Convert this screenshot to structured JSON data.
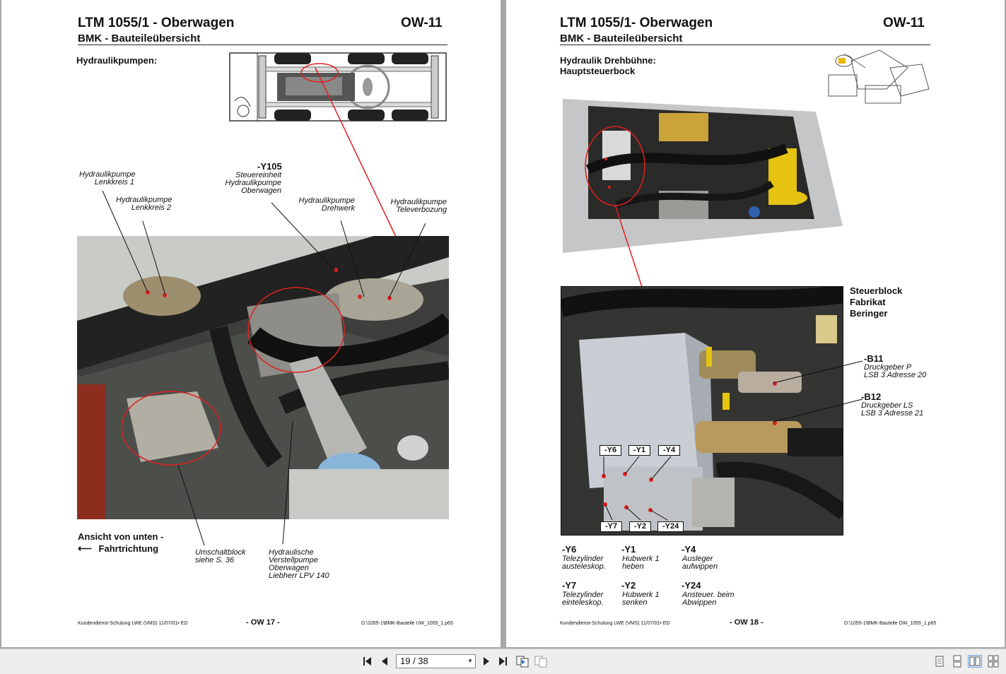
{
  "left_page": {
    "title": "LTM 1055/1 - Oberwagen",
    "code": "OW-11",
    "subtitle": "BMK - Bauteileübersicht",
    "section": "Hydraulikpumpen:",
    "labels": {
      "pump1": "Hydraulikpumpe\nLenkkreis 1",
      "pump2": "Hydraulikpumpe\nLenkkreis 2",
      "y105_code": "-Y105",
      "y105_text": "Steuereinheit\nHydraulikpumpe\nOberwagen",
      "drehwerk": "Hydraulikpumpe\nDrehwerk",
      "tele": "Hydraulikpumpe\nTeleverbozung",
      "umschalt": "Umschaltblock\nsiehe S. 36",
      "verstell": "Hydraulische\nVerstellpumpe\nOberwagen\nLiebherr LPV 140"
    },
    "view_line1": "Ansicht von unten -",
    "view_line2": "Fahrtrichtung",
    "footer_left": "Kundendienst-Schulung LWE (VMS) 11/07/01• ED",
    "footer_center": "- OW 17 -",
    "footer_right": "D:\\1055-1\\BMK-Bauteile UW_1055_1.p65"
  },
  "right_page": {
    "title": "LTM 1055/1- Oberwagen",
    "code": "OW-11",
    "subtitle": "BMK - Bauteileübersicht",
    "section_line1": "Hydraulik Drehbühne:",
    "section_line2": "Hauptsteuerbock",
    "block_label": "Steuerblock\nFabrikat\nBeringer",
    "b11_code": "-B11",
    "b11_text": "Druckgeber P\nLSB 3 Adresse 20",
    "b12_code": "-B12",
    "b12_text": "Druckgeber LS\nLSB 3 Adresse 21",
    "photo_tags": [
      "-Y6",
      "-Y1",
      "-Y4",
      "-Y7",
      "-Y2",
      "-Y24"
    ],
    "legend": [
      {
        "code": "-Y6",
        "text": "Telezylinder\nausteleskop."
      },
      {
        "code": "-Y1",
        "text": "Hubwerk 1\nheben"
      },
      {
        "code": "-Y4",
        "text": "Ausleger\naufwippen"
      },
      {
        "code": "-Y7",
        "text": "Telezylinder\neinteleskop."
      },
      {
        "code": "-Y2",
        "text": "Hubwerk 1\nsenken"
      },
      {
        "code": "-Y24",
        "text": "Ansteuer. beim\nAbwippen"
      }
    ],
    "footer_left": "Kundendienst-Schulung LWE (VMS) 11/07/01• ED",
    "footer_center": "- OW 18 -",
    "footer_right": "D:\\1055-1\\BMK-Bauteile OW_1055_1.p65"
  },
  "toolbar": {
    "page_indicator": "19 / 38",
    "icons": [
      "first-page-icon",
      "prev-page-icon",
      "next-page-icon",
      "last-page-icon",
      "go-back-icon",
      "go-forward-icon",
      "single-page-icon",
      "continuous-icon",
      "two-page-icon",
      "two-page-continuous-icon"
    ]
  },
  "colors": {
    "viewer_bg": "#a7a7a7",
    "callout_red": "#e02020",
    "toolbar_bg": "#eeeeee"
  }
}
